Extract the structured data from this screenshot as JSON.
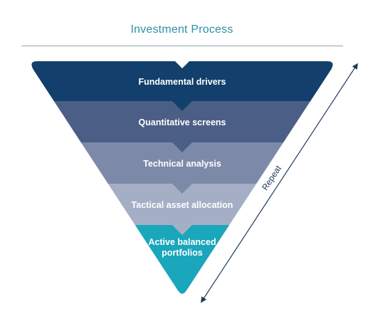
{
  "diagram": {
    "title": "Investment Process",
    "stages": [
      {
        "label": "Fundamental drivers",
        "color": "#123f6b"
      },
      {
        "label": "Quantitative screens",
        "color": "#4b5f86"
      },
      {
        "label": "Technical analysis",
        "color": "#7d89a8"
      },
      {
        "label": "Tactical asset allocation",
        "color": "#a4afc6"
      },
      {
        "label_line1": "Active balanced",
        "label_line2": "portfolios",
        "color": "#1aa6bb"
      }
    ],
    "cycle": {
      "label": "Repeat",
      "color": "#1f3b5c"
    }
  }
}
